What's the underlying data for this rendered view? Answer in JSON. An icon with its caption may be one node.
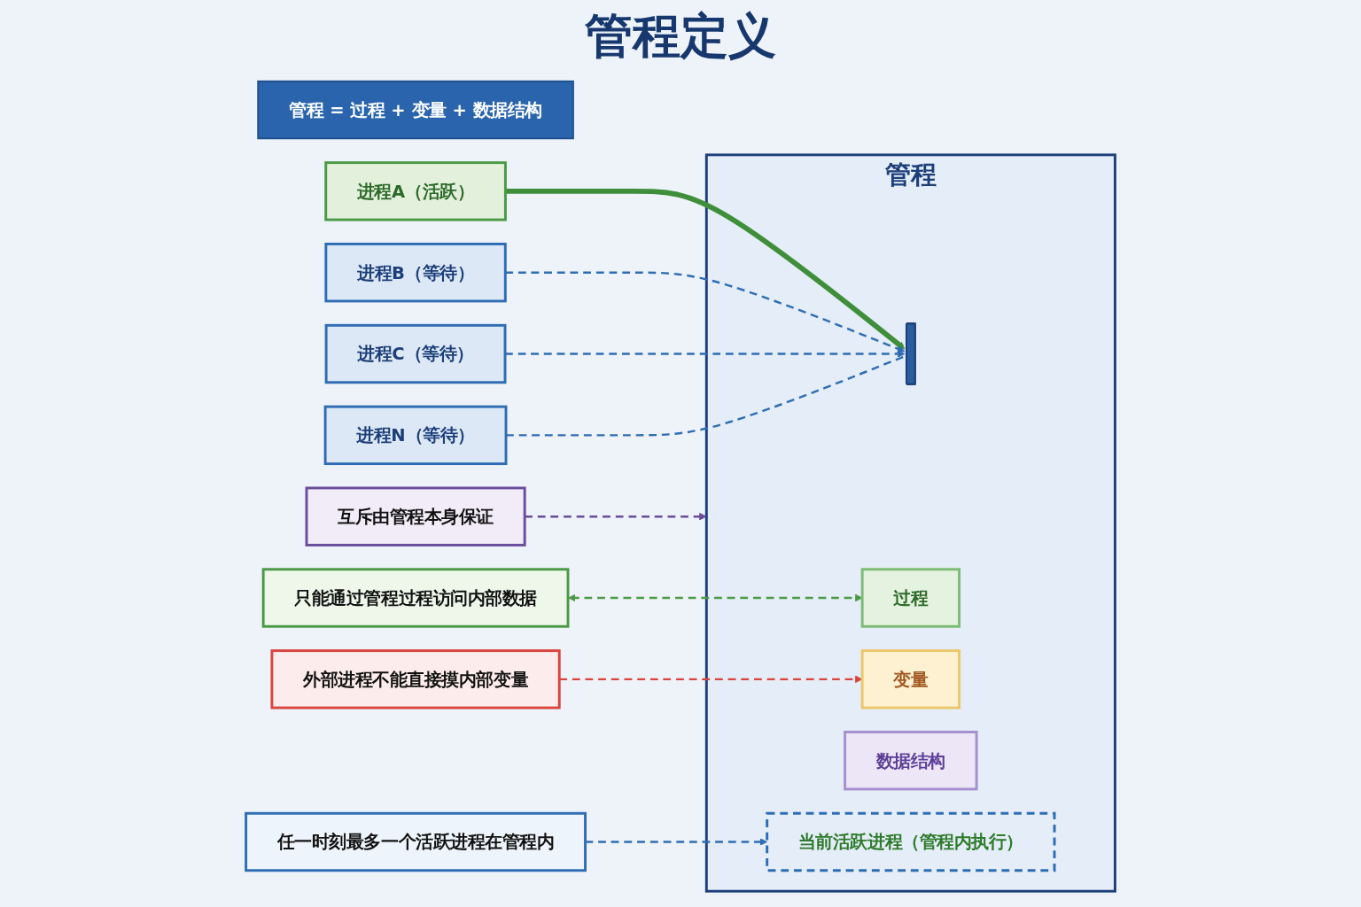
{
  "diagram": {
    "title": "管程定义",
    "nodes": [
      {
        "text": [
          "管程 = 过程 + 变量 + 数据结构"
        ]
      },
      {
        "text": [
          "进程A（活跃）"
        ]
      },
      {
        "text": [
          "进程B（等待）"
        ]
      },
      {
        "text": [
          "进程C（等待）"
        ]
      },
      {
        "text": [
          "进程N（等待）"
        ]
      },
      {
        "text": [
          "管程"
        ]
      },
      {
        "text": [],
        "shape": "bar",
        "in": 5
      },
      {
        "text": [
          "过程"
        ],
        "in": 5
      },
      {
        "text": [
          "变量"
        ],
        "in": 5
      },
      {
        "text": [
          "数据结构"
        ],
        "in": 5
      },
      {
        "text": [
          "当前活跃进程（管程内执行）"
        ],
        "in": 5
      },
      {
        "text": [
          "只能通过管程过程访问内部数据"
        ]
      },
      {
        "text": [
          "外部进程不能直接摸内部变量"
        ]
      },
      {
        "text": [
          "任一时刻最多一个活跃进程在管程内"
        ]
      },
      {
        "text": [
          "互斥由管程本身保证"
        ]
      }
    ],
    "edges": [
      {
        "from": 1,
        "to": 6,
        "arrow": "to",
        "style": "thick",
        "color": "#3f8f3a"
      },
      {
        "from": 2,
        "to": 6,
        "arrow": "to",
        "style": "dashed"
      },
      {
        "from": 3,
        "to": 6,
        "arrow": "to",
        "style": "dashed"
      },
      {
        "from": 4,
        "to": 6,
        "arrow": "none",
        "style": "dashed"
      },
      {
        "from": 11,
        "to": 7,
        "arrow": "both",
        "style": "dashed",
        "color": "#4a9a45"
      },
      {
        "from": 12,
        "to": 8,
        "arrow": "to",
        "style": "dashed",
        "color": "#d9453e"
      },
      {
        "from": 13,
        "to": 10,
        "arrow": "to",
        "style": "dashed"
      },
      {
        "from": 14,
        "to": 5,
        "arrow": "to",
        "style": "dashed",
        "color": "#6a4c9c"
      }
    ]
  }
}
